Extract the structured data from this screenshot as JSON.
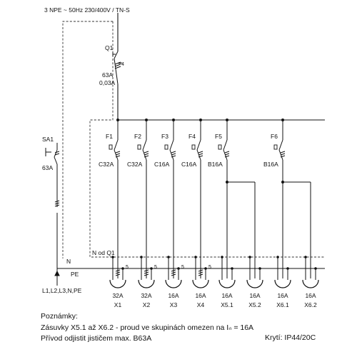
{
  "supply": {
    "label": "3 NPE ~ 50Hz  230/400V / TN-S",
    "bottom_label_pe": "PE",
    "bottom_label_n": "N",
    "bottom_label_conductors": "L1,L2,L3,N,PE"
  },
  "main_switch": {
    "name": "Q1",
    "poles": "4",
    "rating": "63A",
    "sensitivity": "0,03A"
  },
  "surge_switch": {
    "name": "SA1",
    "rating": "63A"
  },
  "n_label": "N od Q1",
  "breakers": [
    {
      "name": "F1",
      "rating": "C32A"
    },
    {
      "name": "F2",
      "rating": "C32A"
    },
    {
      "name": "F3",
      "rating": "C16A"
    },
    {
      "name": "F4",
      "rating": "C16A"
    },
    {
      "name": "F5",
      "rating": "B16A"
    },
    {
      "name": "F6",
      "rating": "B16A"
    }
  ],
  "sockets": [
    {
      "rating": "32A",
      "name": "X1",
      "poles": "5"
    },
    {
      "rating": "32A",
      "name": "X2",
      "poles": "5"
    },
    {
      "rating": "16A",
      "name": "X3",
      "poles": "5"
    },
    {
      "rating": "16A",
      "name": "X4",
      "poles": "5"
    },
    {
      "rating": "16A",
      "name": "X5.1",
      "poles": ""
    },
    {
      "rating": "16A",
      "name": "X5.2",
      "poles": ""
    },
    {
      "rating": "16A",
      "name": "X6.1",
      "poles": ""
    },
    {
      "rating": "16A",
      "name": "X6.2",
      "poles": ""
    }
  ],
  "notes": {
    "heading": "Poznámky:",
    "line1": "Zásuvky X5.1 až X6.2 - proud ve skupinách omezen na Iₙ = 16A",
    "line2": "Přívod odjistit jističem max. B63A",
    "protection": "Krytí: IP44/20C"
  },
  "colors": {
    "line": "#111111",
    "dashed": "#333333"
  }
}
